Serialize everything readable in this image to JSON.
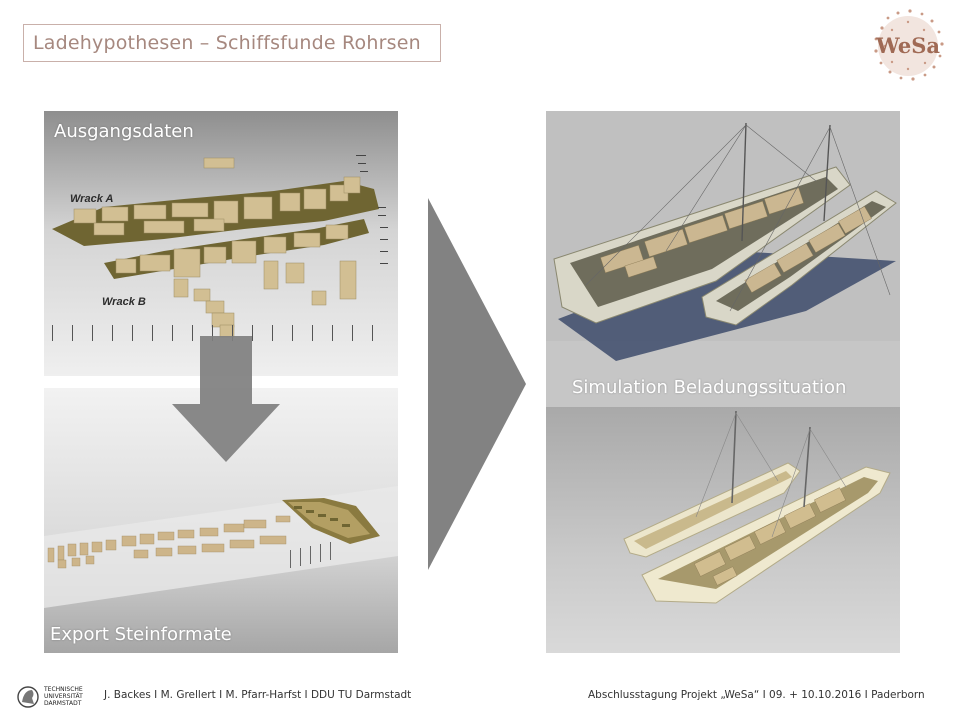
{
  "slide": {
    "title": "Ladehypothesen – Schiffsfunde Rohrsen",
    "logo_text": "WeSa",
    "panels": {
      "source_label": "Ausgangsdaten",
      "export_label": "Export Steinformate",
      "simulation_label": "Simulation Beladungssituation",
      "wreck_a": "Wrack A",
      "wreck_b": "Wrack B"
    },
    "footer": {
      "authors": "J. Backes I M. Grellert I M. Pfarr-Harfst I DDU TU Darmstadt",
      "event": "Abschlusstagung Projekt „WeSa“ I 09. + 10.10.2016 I Paderborn",
      "institution_line1": "TECHNISCHE",
      "institution_line2": "UNIVERSITÄT",
      "institution_line3": "DARMSTADT"
    }
  },
  "colors": {
    "title_text": "#a6887f",
    "title_border": "#c9b0aa",
    "logo_brown": "#b07b66",
    "arrow_gray": "#7f7f7f",
    "wood": "#cdb58a",
    "panel_gray": "#b8b8b8"
  }
}
